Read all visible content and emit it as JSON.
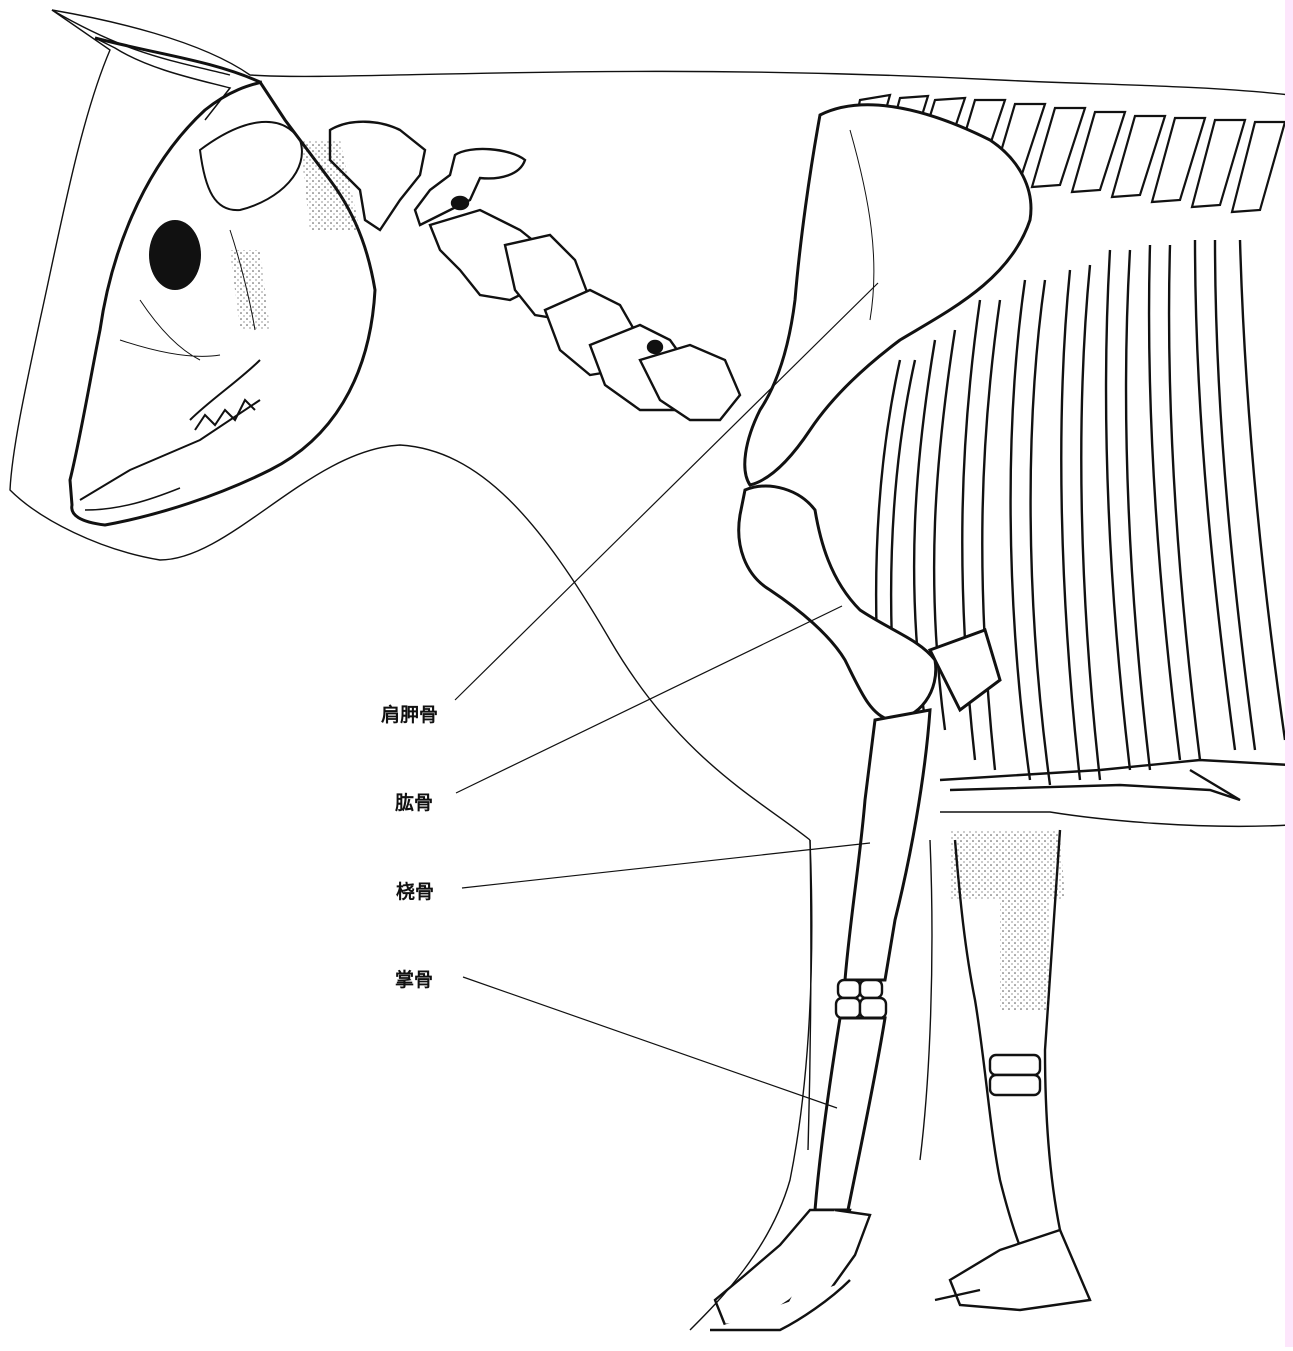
{
  "diagram": {
    "subject": "cow-skeleton-foreleg",
    "labels": {
      "scapula": "肩胛骨",
      "humerus": "肱骨",
      "radius": "桡骨",
      "metacarpal": "掌骨"
    }
  },
  "colors": {
    "background": "#ffffff",
    "ink": "#111111",
    "edge_strip": "#fde6fb"
  }
}
